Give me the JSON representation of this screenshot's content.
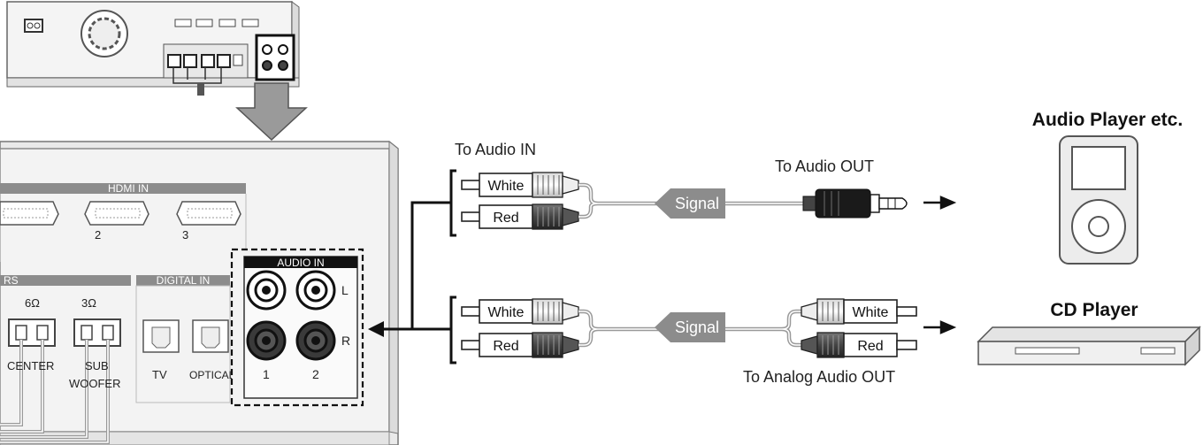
{
  "labels": {
    "to_audio_in": "To Audio IN",
    "to_audio_out": "To Audio OUT",
    "to_analog_audio_out": "To Analog Audio OUT",
    "signal": "Signal",
    "white": "White",
    "red": "Red"
  },
  "devices": {
    "audio_player": "Audio Player etc.",
    "cd_player": "CD Player"
  },
  "panel": {
    "hdmi_in": "HDMI IN",
    "hdmi_ports": [
      "2",
      "3"
    ],
    "speakers_partial": "RS",
    "impedance_center": "6Ω",
    "impedance_sub": "3Ω",
    "center": "CENTER",
    "sub": "SUB",
    "woofer": "WOOFER",
    "digital_in": "DIGITAL IN",
    "tv": "TV",
    "optical": "OPTICAL",
    "audio_in": "AUDIO IN",
    "left": "L",
    "right": "R",
    "input_1": "1",
    "input_2": "2"
  },
  "colors": {
    "panel": "#f2f2f2",
    "panel_border": "#8a8a8a",
    "band": "#8c8c8c",
    "cable": "#9a9a9a",
    "dark": "#1a1a1a"
  }
}
